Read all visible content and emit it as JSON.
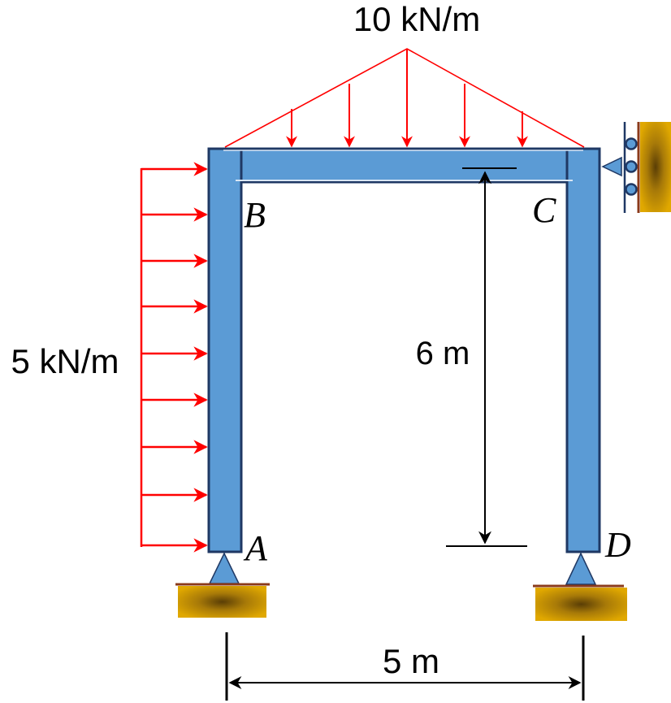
{
  "loads": {
    "top_load_label": "10 kN/m",
    "left_load_label": "5 kN/m"
  },
  "dimensions": {
    "height_label": "6 m",
    "span_label": "5 m"
  },
  "nodes": {
    "a": "A",
    "b": "B",
    "c": "C",
    "d": "D"
  },
  "colors": {
    "member_fill": "#5b9bd5",
    "member_stroke": "#1f3864",
    "load_arrow": "#ff0000",
    "support_base": "#c8960a",
    "support_plate": "#8b3a1a",
    "support_triangle": "#5b9bd5",
    "dimension_line": "#000000"
  }
}
